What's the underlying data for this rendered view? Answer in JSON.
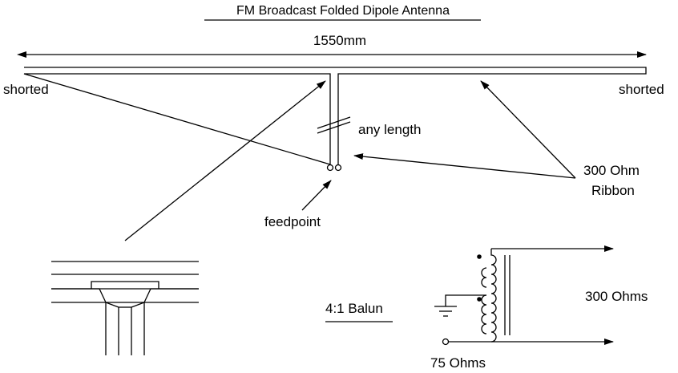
{
  "diagram": {
    "title": "FM Broadcast Folded Dipole Antenna",
    "length_label": "1550mm",
    "left_end_label": "shorted",
    "right_end_label": "shorted",
    "feedline_label": "any length",
    "ribbon_label_line1": "300 Ohm",
    "ribbon_label_line2": "Ribbon",
    "feedpoint_label": "feedpoint",
    "balun_label": "4:1 Balun",
    "balun_output_label": "300 Ohms",
    "balun_input_label": "75 Ohms"
  }
}
